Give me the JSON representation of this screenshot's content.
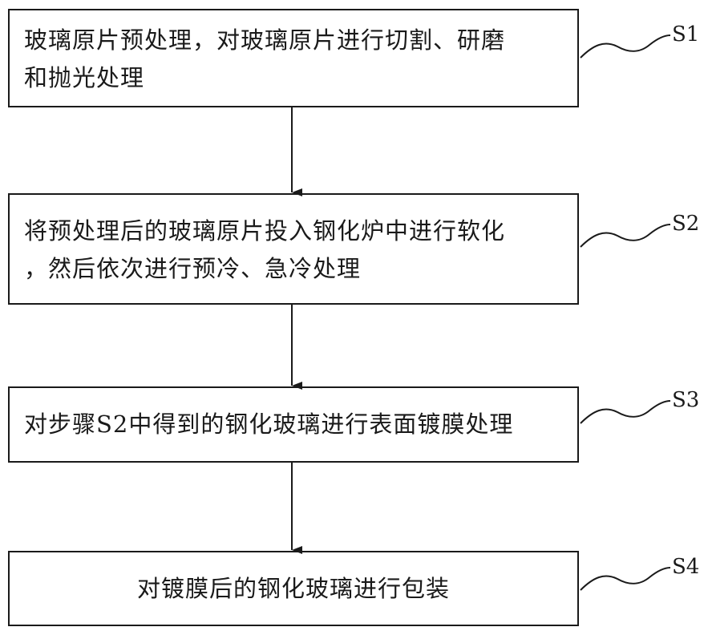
{
  "steps": [
    {
      "label": "S1",
      "text": "玻璃原片预处理，对玻璃原片进行切割、研磨\n和抛光处理"
    },
    {
      "label": "S2",
      "text": "将预处理后的玻璃原片投入钢化炉中进行软化\n，然后依次进行预冷、急冷处理"
    },
    {
      "label": "S3",
      "text": "对步骤S2中得到的钢化玻璃进行表面镀膜处理"
    },
    {
      "label": "S4",
      "text": "对镀膜后的钢化玻璃进行包装"
    }
  ]
}
